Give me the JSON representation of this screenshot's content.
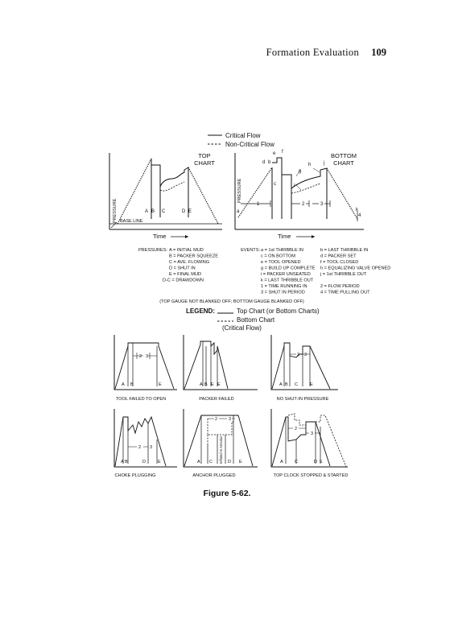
{
  "header": {
    "title": "Formation Evaluation",
    "page_number": "109"
  },
  "top_legend": {
    "critical": "Critical Flow",
    "non_critical": "Non-Critical Flow"
  },
  "top_chart": {
    "title_line1": "TOP",
    "title_line2": "CHART",
    "y_label": "PRESSURE",
    "x_label": "Time",
    "base_line": "BASE LINE",
    "points": [
      "A",
      "B",
      "C",
      "D",
      "E"
    ]
  },
  "bottom_chart": {
    "title_line1": "BOTTOM",
    "title_line2": "CHART",
    "y_label": "PRESSURE",
    "x_label": "Time",
    "events": [
      "a",
      "b",
      "c",
      "d",
      "e",
      "f",
      "g",
      "h",
      "i",
      "j",
      "k"
    ],
    "periods": [
      "1",
      "2",
      "3",
      "4"
    ]
  },
  "pressures": {
    "heading": "PRESSURES:",
    "items": [
      "A = INITIAL MUD",
      "B = PACKER SQUEEZE",
      "C = AVE. FLOWING",
      "D = SHUT IN",
      "E = FINAL MUD",
      "D-C = DRAWDOWN"
    ]
  },
  "events": {
    "heading": "EVENTS:",
    "col1": [
      "a = 1st THRIBBLE IN",
      "c = ON BOTTOM",
      "e = TOOL OPENED",
      "g = BUILD UP COMPLETE",
      "i = PACKER UNSEATED",
      "k = LAST THRIBBLE OUT",
      "1 = TIME RUNNING IN",
      "3 = SHUT IN PERIOD"
    ],
    "col2": [
      "b = LAST THRIBBLE IN",
      "d = PACKER SET",
      "f = TOOL CLOSED",
      "h = EQUALIZING VALVE OPENED",
      "j = 1st THRIBBLE OUT",
      "",
      "2 = FLOW PERIOD",
      "4 = TIME PULLING OUT"
    ]
  },
  "gauge_note": "(TOP GAUGE NOT BLANKED OFF; BOTTOM GAUGE BLANKED OFF)",
  "legend": {
    "label": "LEGEND:",
    "top": "Top Chart (or Bottom Charts)",
    "bottom": "Bottom Chart",
    "note": "(Critical Flow)"
  },
  "small_charts": [
    {
      "caption": "TOOL FAILED TO OPEN",
      "letters": [
        "A",
        "B",
        "E"
      ],
      "periods": [
        "2",
        "3"
      ]
    },
    {
      "caption": "PACKER FAILED",
      "letters": [
        "A",
        "B",
        "E",
        "E"
      ],
      "periods": []
    },
    {
      "caption": "NO SHUT-IN PRESSURE",
      "letters": [
        "A",
        "B",
        "C",
        "E"
      ],
      "periods": [
        "2",
        "3"
      ]
    },
    {
      "caption": "CHOKE PLUGGING",
      "letters": [
        "A",
        "B",
        "D",
        "E"
      ],
      "periods": [
        "2",
        "3"
      ]
    },
    {
      "caption": "ANCHOR PLUGGED",
      "letters": [
        "A",
        "C",
        "D",
        "E"
      ],
      "periods": [
        "2",
        "3"
      ],
      "vertical_note": "Inflated in Annulus"
    },
    {
      "caption": "TOP CLOCK STOPPED & STARTED",
      "letters": [
        "A",
        "C",
        "D",
        "E"
      ],
      "periods": [
        "2",
        "3"
      ]
    }
  ],
  "figure_caption": "Figure 5-62."
}
